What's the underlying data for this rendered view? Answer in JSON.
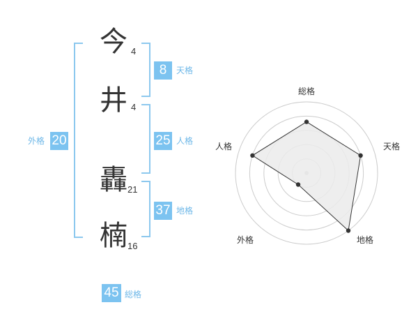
{
  "name": {
    "chars": [
      {
        "char": "今",
        "strokes": "4"
      },
      {
        "char": "井",
        "strokes": "4"
      },
      {
        "char": "轟",
        "strokes": "21"
      },
      {
        "char": "楠",
        "strokes": "16"
      }
    ]
  },
  "fortunes": {
    "tenkaku": {
      "value": "8",
      "label": "天格"
    },
    "jinkaku": {
      "value": "25",
      "label": "人格"
    },
    "chikaku": {
      "value": "37",
      "label": "地格"
    },
    "gaikaku": {
      "value": "20",
      "label": "外格"
    },
    "soukaku": {
      "value": "45",
      "label": "総格"
    }
  },
  "radar": {
    "labels": {
      "top": "総格",
      "right": "天格",
      "bottom_right": "地格",
      "bottom_left": "外格",
      "left": "人格"
    },
    "levels": 5,
    "values": {
      "総格": 3.6,
      "天格": 4.0,
      "地格": 5.0,
      "外格": 1.0,
      "人格": 4.0
    },
    "colors": {
      "fill": "#ebebeb",
      "stroke": "#333333",
      "grid": "#cccccc",
      "center": "#c8c8c8"
    }
  },
  "colors": {
    "accent": "#7cc3f0",
    "bracket": "#8cc8ee",
    "label": "#6fb8e8"
  }
}
